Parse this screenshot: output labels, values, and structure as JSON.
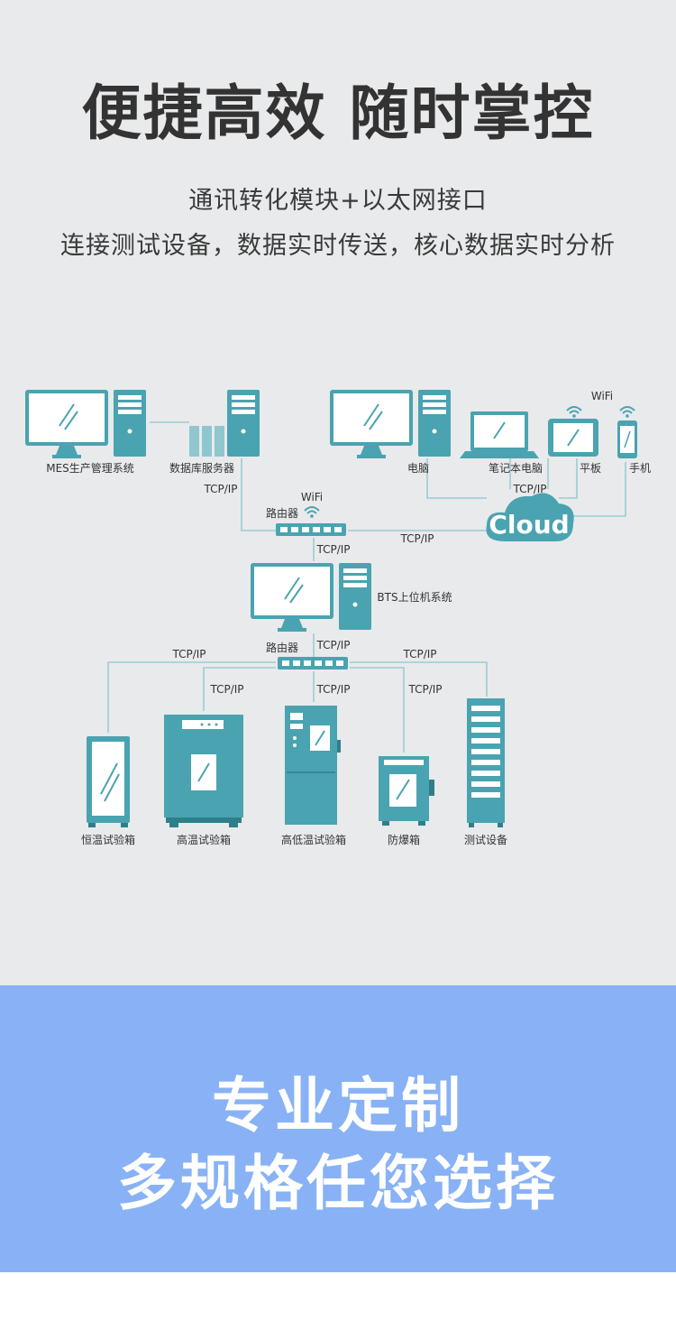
{
  "header": {
    "title": "便捷高效 随时掌控",
    "subtitle_1": "通讯转化模块+以太网接口",
    "subtitle_2": "连接测试设备，数据实时传送，核心数据实时分析"
  },
  "diagram": {
    "labels": {
      "mes": "MES生产管理系统",
      "db_server": "数据库服务器",
      "pc": "电脑",
      "laptop": "笔记本电脑",
      "tablet": "平板",
      "phone": "手机",
      "wifi_top": "WiFi",
      "wifi_router": "WiFi",
      "router_1": "路由器",
      "router_2": "路由器",
      "cloud": "Cloud",
      "bts": "BTS上位机系统",
      "eq_1": "恒温试验箱",
      "eq_2": "高温试验箱",
      "eq_3": "高低温试验箱",
      "eq_4": "防爆箱",
      "eq_5": "测试设备"
    },
    "protocol": "TCP/IP"
  },
  "banner": {
    "line_1": "专业定制",
    "line_2": "多规格任您选择"
  },
  "colors": {
    "teal": "#4aa3b0",
    "line": "#9ccbd2",
    "banner": "#88b2f5",
    "background": "#e9eaec"
  }
}
